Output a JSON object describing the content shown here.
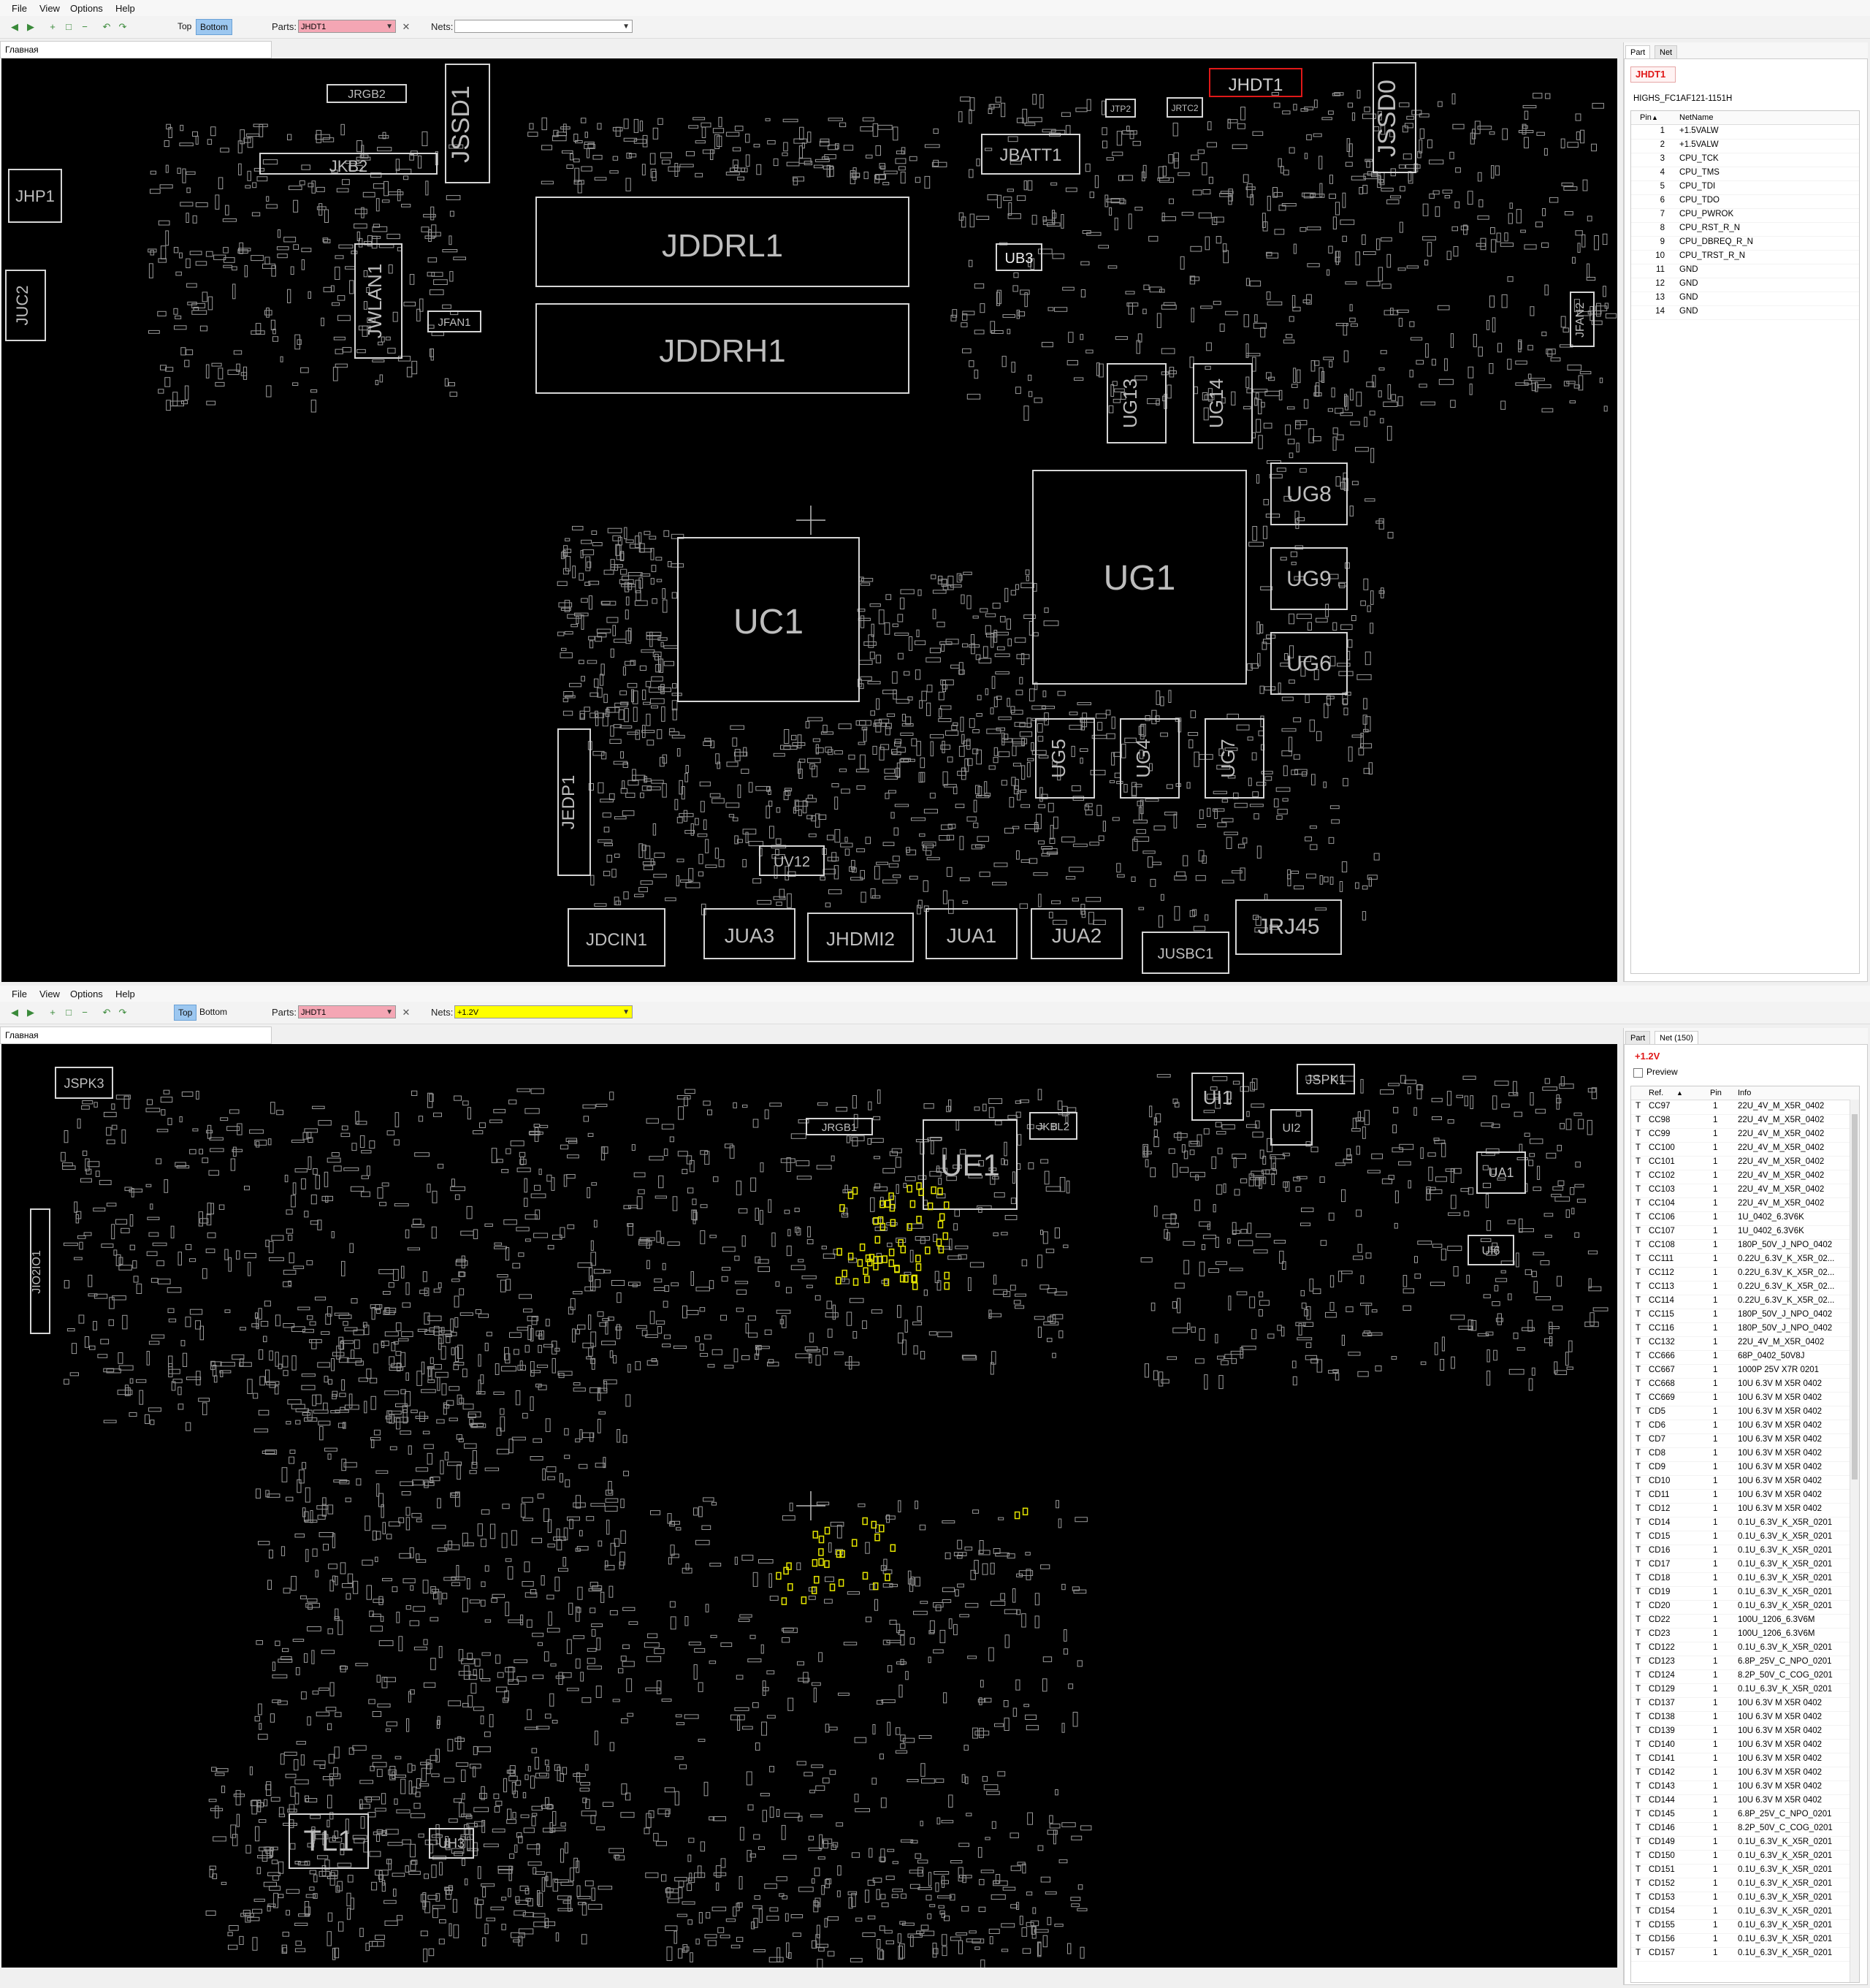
{
  "menu": [
    "File",
    "View",
    "Options",
    "Help"
  ],
  "top": {
    "layer_top": "Top",
    "layer_bottom": "Bottom",
    "parts_label": "Parts:",
    "parts_value": "JHDT1",
    "nets_label": "Nets:",
    "nets_value": "",
    "tab": "Главная",
    "panel_tabs": [
      "Part",
      "Net"
    ],
    "selected_part": "JHDT1",
    "part_number": "HIGHS_FC1AF121-1151H",
    "pin_columns": [
      "Pin",
      "NetName"
    ],
    "pins": [
      {
        "pin": "1",
        "net": "+1.5VALW"
      },
      {
        "pin": "2",
        "net": "+1.5VALW"
      },
      {
        "pin": "3",
        "net": "CPU_TCK"
      },
      {
        "pin": "4",
        "net": "CPU_TMS"
      },
      {
        "pin": "5",
        "net": "CPU_TDI"
      },
      {
        "pin": "6",
        "net": "CPU_TDO"
      },
      {
        "pin": "7",
        "net": "CPU_PWROK"
      },
      {
        "pin": "8",
        "net": "CPU_RST_R_N"
      },
      {
        "pin": "9",
        "net": "CPU_DBREQ_R_N"
      },
      {
        "pin": "10",
        "net": "CPU_TRST_R_N"
      },
      {
        "pin": "11",
        "net": "GND"
      },
      {
        "pin": "12",
        "net": "GND"
      },
      {
        "pin": "13",
        "net": "GND"
      },
      {
        "pin": "14",
        "net": "GND"
      }
    ],
    "board_labels": {
      "JHDT1": "JHDT1",
      "JSSD1": "JSSD1",
      "JSSD0": "JSSD0",
      "JDDRL1": "JDDRL1",
      "JDDRH1": "JDDRH1",
      "JKB2": "JKB2",
      "JRGB2": "JRGB2",
      "JHP1": "JHP1",
      "JUC2": "JUC2",
      "JWLAN1": "JWLAN1",
      "JFAN1": "JFAN1",
      "JBATT1": "JBATT1",
      "UB3": "UB3",
      "UG13": "UG13",
      "UG14": "UG14",
      "UG8": "UG8",
      "UG9": "UG9",
      "UG6": "UG6",
      "UG1": "UG1",
      "UC1": "UC1",
      "UG5": "UG5",
      "UG4": "UG4",
      "UG7": "UG7",
      "JEDP1": "JEDP1",
      "UV12": "UV12",
      "JDCIN1": "JDCIN1",
      "JUA3": "JUA3",
      "JHDMI2": "JHDMI2",
      "JUA1": "JUA1",
      "JUA2": "JUA2",
      "JUSBC1": "JUSBC1",
      "JRJ45": "JRJ45",
      "JFAN2": "JFAN2",
      "JTP2": "JTP2",
      "JRTC2": "JRTC2"
    }
  },
  "bottom": {
    "layer_top": "Top",
    "layer_bottom": "Bottom",
    "parts_label": "Parts:",
    "parts_value": "JHDT1",
    "nets_label": "Nets:",
    "nets_value": "+1.2V",
    "tab": "Главная",
    "panel_tabs": [
      "Part",
      "Net (150)"
    ],
    "selected_net": "+1.2V",
    "preview_label": "Preview",
    "ref_columns": [
      "Ref.",
      "Pin",
      "Info"
    ],
    "refs": [
      {
        "side": "T",
        "ref": "CC97",
        "pin": "1",
        "info": "22U_4V_M_X5R_0402"
      },
      {
        "side": "T",
        "ref": "CC98",
        "pin": "1",
        "info": "22U_4V_M_X5R_0402"
      },
      {
        "side": "T",
        "ref": "CC99",
        "pin": "1",
        "info": "22U_4V_M_X5R_0402"
      },
      {
        "side": "T",
        "ref": "CC100",
        "pin": "1",
        "info": "22U_4V_M_X5R_0402"
      },
      {
        "side": "T",
        "ref": "CC101",
        "pin": "1",
        "info": "22U_4V_M_X5R_0402"
      },
      {
        "side": "T",
        "ref": "CC102",
        "pin": "1",
        "info": "22U_4V_M_X5R_0402"
      },
      {
        "side": "T",
        "ref": "CC103",
        "pin": "1",
        "info": "22U_4V_M_X5R_0402"
      },
      {
        "side": "T",
        "ref": "CC104",
        "pin": "1",
        "info": "22U_4V_M_X5R_0402"
      },
      {
        "side": "T",
        "ref": "CC106",
        "pin": "1",
        "info": "1U_0402_6.3V6K"
      },
      {
        "side": "T",
        "ref": "CC107",
        "pin": "1",
        "info": "1U_0402_6.3V6K"
      },
      {
        "side": "T",
        "ref": "CC108",
        "pin": "1",
        "info": "180P_50V_J_NPO_0402"
      },
      {
        "side": "T",
        "ref": "CC111",
        "pin": "1",
        "info": "0.22U_6.3V_K_X5R_02..."
      },
      {
        "side": "T",
        "ref": "CC112",
        "pin": "1",
        "info": "0.22U_6.3V_K_X5R_02..."
      },
      {
        "side": "T",
        "ref": "CC113",
        "pin": "1",
        "info": "0.22U_6.3V_K_X5R_02..."
      },
      {
        "side": "T",
        "ref": "CC114",
        "pin": "1",
        "info": "0.22U_6.3V_K_X5R_02..."
      },
      {
        "side": "T",
        "ref": "CC115",
        "pin": "1",
        "info": "180P_50V_J_NPO_0402"
      },
      {
        "side": "T",
        "ref": "CC116",
        "pin": "1",
        "info": "180P_50V_J_NPO_0402"
      },
      {
        "side": "T",
        "ref": "CC132",
        "pin": "1",
        "info": "22U_4V_M_X5R_0402"
      },
      {
        "side": "T",
        "ref": "CC666",
        "pin": "1",
        "info": "68P_0402_50V8J"
      },
      {
        "side": "T",
        "ref": "CC667",
        "pin": "1",
        "info": "1000P 25V X7R 0201"
      },
      {
        "side": "T",
        "ref": "CC668",
        "pin": "1",
        "info": "10U 6.3V M X5R 0402"
      },
      {
        "side": "T",
        "ref": "CC669",
        "pin": "1",
        "info": "10U 6.3V M X5R 0402"
      },
      {
        "side": "T",
        "ref": "CD5",
        "pin": "1",
        "info": "10U 6.3V M X5R 0402"
      },
      {
        "side": "T",
        "ref": "CD6",
        "pin": "1",
        "info": "10U 6.3V M X5R 0402"
      },
      {
        "side": "T",
        "ref": "CD7",
        "pin": "1",
        "info": "10U 6.3V M X5R 0402"
      },
      {
        "side": "T",
        "ref": "CD8",
        "pin": "1",
        "info": "10U 6.3V M X5R 0402"
      },
      {
        "side": "T",
        "ref": "CD9",
        "pin": "1",
        "info": "10U 6.3V M X5R 0402"
      },
      {
        "side": "T",
        "ref": "CD10",
        "pin": "1",
        "info": "10U 6.3V M X5R 0402"
      },
      {
        "side": "T",
        "ref": "CD11",
        "pin": "1",
        "info": "10U 6.3V M X5R 0402"
      },
      {
        "side": "T",
        "ref": "CD12",
        "pin": "1",
        "info": "10U 6.3V M X5R 0402"
      },
      {
        "side": "T",
        "ref": "CD14",
        "pin": "1",
        "info": "0.1U_6.3V_K_X5R_0201"
      },
      {
        "side": "T",
        "ref": "CD15",
        "pin": "1",
        "info": "0.1U_6.3V_K_X5R_0201"
      },
      {
        "side": "T",
        "ref": "CD16",
        "pin": "1",
        "info": "0.1U_6.3V_K_X5R_0201"
      },
      {
        "side": "T",
        "ref": "CD17",
        "pin": "1",
        "info": "0.1U_6.3V_K_X5R_0201"
      },
      {
        "side": "T",
        "ref": "CD18",
        "pin": "1",
        "info": "0.1U_6.3V_K_X5R_0201"
      },
      {
        "side": "T",
        "ref": "CD19",
        "pin": "1",
        "info": "0.1U_6.3V_K_X5R_0201"
      },
      {
        "side": "T",
        "ref": "CD20",
        "pin": "1",
        "info": "0.1U_6.3V_K_X5R_0201"
      },
      {
        "side": "T",
        "ref": "CD22",
        "pin": "1",
        "info": "100U_1206_6.3V6M"
      },
      {
        "side": "T",
        "ref": "CD23",
        "pin": "1",
        "info": "100U_1206_6.3V6M"
      },
      {
        "side": "T",
        "ref": "CD122",
        "pin": "1",
        "info": "0.1U_6.3V_K_X5R_0201"
      },
      {
        "side": "T",
        "ref": "CD123",
        "pin": "1",
        "info": "6.8P_25V_C_NPO_0201"
      },
      {
        "side": "T",
        "ref": "CD124",
        "pin": "1",
        "info": "8.2P_50V_C_COG_0201"
      },
      {
        "side": "T",
        "ref": "CD129",
        "pin": "1",
        "info": "0.1U_6.3V_K_X5R_0201"
      },
      {
        "side": "T",
        "ref": "CD137",
        "pin": "1",
        "info": "10U 6.3V M X5R 0402"
      },
      {
        "side": "T",
        "ref": "CD138",
        "pin": "1",
        "info": "10U 6.3V M X5R 0402"
      },
      {
        "side": "T",
        "ref": "CD139",
        "pin": "1",
        "info": "10U 6.3V M X5R 0402"
      },
      {
        "side": "T",
        "ref": "CD140",
        "pin": "1",
        "info": "10U 6.3V M X5R 0402"
      },
      {
        "side": "T",
        "ref": "CD141",
        "pin": "1",
        "info": "10U 6.3V M X5R 0402"
      },
      {
        "side": "T",
        "ref": "CD142",
        "pin": "1",
        "info": "10U 6.3V M X5R 0402"
      },
      {
        "side": "T",
        "ref": "CD143",
        "pin": "1",
        "info": "10U 6.3V M X5R 0402"
      },
      {
        "side": "T",
        "ref": "CD144",
        "pin": "1",
        "info": "10U 6.3V M X5R 0402"
      },
      {
        "side": "T",
        "ref": "CD145",
        "pin": "1",
        "info": "6.8P_25V_C_NPO_0201"
      },
      {
        "side": "T",
        "ref": "CD146",
        "pin": "1",
        "info": "8.2P_50V_C_COG_0201"
      },
      {
        "side": "T",
        "ref": "CD149",
        "pin": "1",
        "info": "0.1U_6.3V_K_X5R_0201"
      },
      {
        "side": "T",
        "ref": "CD150",
        "pin": "1",
        "info": "0.1U_6.3V_K_X5R_0201"
      },
      {
        "side": "T",
        "ref": "CD151",
        "pin": "1",
        "info": "0.1U_6.3V_K_X5R_0201"
      },
      {
        "side": "T",
        "ref": "CD152",
        "pin": "1",
        "info": "0.1U_6.3V_K_X5R_0201"
      },
      {
        "side": "T",
        "ref": "CD153",
        "pin": "1",
        "info": "0.1U_6.3V_K_X5R_0201"
      },
      {
        "side": "T",
        "ref": "CD154",
        "pin": "1",
        "info": "0.1U_6.3V_K_X5R_0201"
      },
      {
        "side": "T",
        "ref": "CD155",
        "pin": "1",
        "info": "0.1U_6.3V_K_X5R_0201"
      },
      {
        "side": "T",
        "ref": "CD156",
        "pin": "1",
        "info": "0.1U_6.3V_K_X5R_0201"
      },
      {
        "side": "T",
        "ref": "CD157",
        "pin": "1",
        "info": "0.1U_6.3V_K_X5R_0201"
      }
    ],
    "board_labels": {
      "JSPK3": "JSPK3",
      "JSPK1": "JSPK1",
      "JRGB1": "JRGB1",
      "JKBL2": "JKBL2",
      "UE1": "UE1",
      "UI1": "UI1",
      "UI2": "UI2",
      "UA1": "UA1",
      "UI6": "UI6",
      "JIO2IO1": "JIO2IO1",
      "TL1": "TL1",
      "UH3": "UH3"
    }
  },
  "colors": {
    "parts_highlight": "#f4a6b4",
    "net_highlight": "#ffff00",
    "board_bg": "#000000",
    "silk": "#d6d6d6",
    "net_pads": "#e5e500",
    "selected": "#e01818"
  }
}
